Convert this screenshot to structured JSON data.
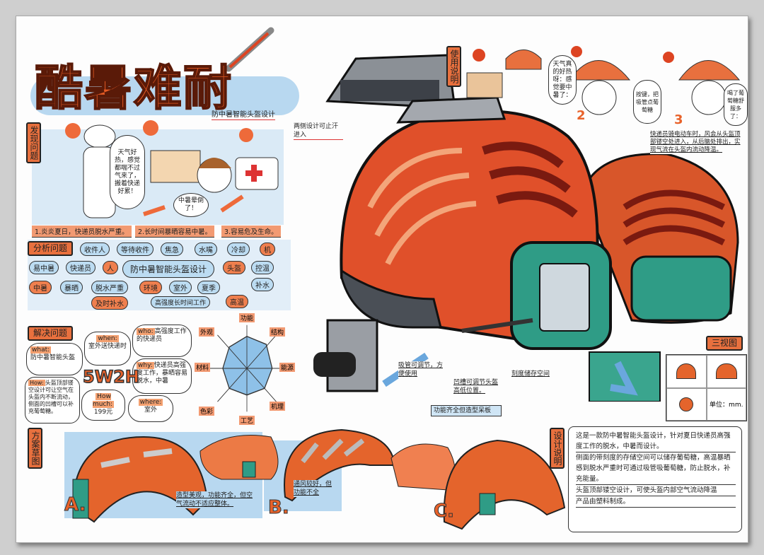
{
  "title": "酷暑难耐",
  "subtitle": "防中暑智能头盔设计",
  "discover": {
    "label": "发现问题",
    "speech1": "天气好热，感觉都喘不过气来了，搬着快递好累！",
    "speech2": "中暑晕倒了！",
    "captions": [
      "1.炎炎夏日，快递员脱水严重。",
      "2.长时间暴晒容易中暑。",
      "3.容易危及生命。"
    ],
    "side_note": "两侧设计可止汗进入"
  },
  "analysis": {
    "label": "分析问题",
    "center": "防中暑智能头盔设计",
    "nodes": [
      "人",
      "收件人",
      "等待收件",
      "焦急",
      "快递员",
      "脱水严重",
      "及时补水",
      "暴晒",
      "易中暑",
      "中暑",
      "机",
      "冷却",
      "水嘴",
      "头盔",
      "控温",
      "补水",
      "环境",
      "室外",
      "高强度长时间工作",
      "高温",
      "夏季"
    ]
  },
  "solve": {
    "label": "解决问题",
    "logo": "5W2H",
    "what": {
      "k": "what:",
      "v": "防中暑智能头盔"
    },
    "when": {
      "k": "when:",
      "v": "室外送快递时"
    },
    "who": {
      "k": "who:",
      "v": "高强度工作的快递员"
    },
    "why": {
      "k": "why:",
      "v": "快递员高强度工作，暴晒容易脱水，中暑"
    },
    "where": {
      "k": "where:",
      "v": "室外"
    },
    "howmuch": {
      "k": "How much:",
      "v": "199元"
    },
    "how": {
      "k": "How:",
      "v": "头盔顶部镂空设计可让空气在头盔内不断流动，侧面的凹槽可以补充葡萄糖。"
    },
    "radar": [
      "功能",
      "结构",
      "能源",
      "机理",
      "工艺",
      "色彩",
      "材料",
      "外观"
    ]
  },
  "sketch": {
    "label": "方案草图",
    "a": {
      "letter": "A.",
      "note": "造型美观，功能齐全，但空气流动不适应整体。"
    },
    "b": {
      "letter": "B.",
      "note": "通风较好，但功能不全"
    },
    "c": {
      "letter": "C.",
      "note": "功能齐全但造型呆板"
    }
  },
  "usage": {
    "label": "使用说明",
    "speech1": "天气真的好热呀：感觉要中暑了：",
    "speech2": "按键，把吸管点葡萄糖",
    "speech3": "喝了葡萄糖舒服多了：",
    "num2": "2",
    "num3": "3",
    "note": "快递员骑电动车时，风会从头盔顶部镂空处进入，从后脑处排出，实现气流在头盔内流动降温。"
  },
  "callouts": {
    "straw": "吸管可调节，方便使用",
    "groove": "凹槽可调节头盔高低位置。",
    "storage": "刻度储存空间"
  },
  "views": {
    "label": "三视图",
    "unit": "单位：mm."
  },
  "description": {
    "label": "设计说明",
    "intro": "这是一款防中暑智能头盔设计，针对夏日快递员高强度工作的脱水，中暑而设计。",
    "points": [
      "侧面的带刻度的存储空间可以储存葡萄糖，高温暴晒感到脱水严重时可通过吸管吸葡萄糖，防止脱水，补充能量。",
      "头盔顶部镂空设计，可使头盔内部空气流动降温",
      "产品由塑料制成。"
    ]
  },
  "colors": {
    "orange": "#e8622a",
    "blue": "#b8d8f0",
    "teal": "#2f9c86",
    "gray": "#6c6f74"
  }
}
